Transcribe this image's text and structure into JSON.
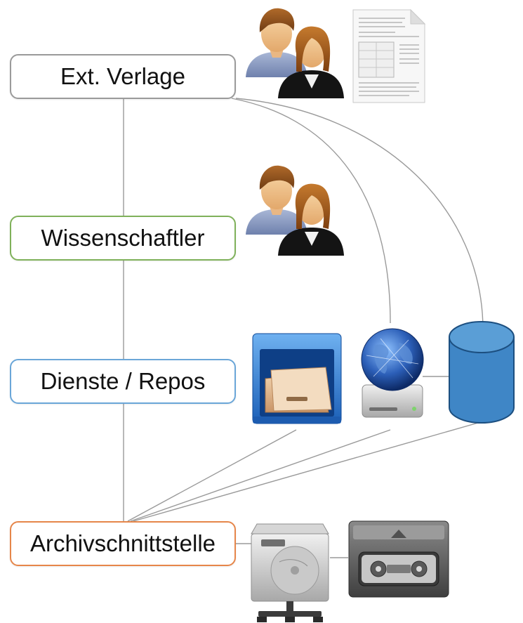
{
  "nodes": {
    "verlage": "Ext. Verlage",
    "wissenschaftler": "Wissenschaftler",
    "dienste": "Dienste / Repos",
    "archiv": "Archivschnittstelle"
  },
  "icons": {
    "people_top": "users-icon",
    "document": "document-icon",
    "people_middle": "users-icon",
    "file_cabinet": "file-cabinet-icon",
    "web_server": "globe-server-icon",
    "database": "database-icon",
    "hard_drive": "hard-drive-icon",
    "tape": "tape-cartridge-icon"
  },
  "colors": {
    "verlage_border": "#9a9a9a",
    "wissenschaftler_border": "#7fb15a",
    "dienste_border": "#6aa6d8",
    "archiv_border": "#e6864a",
    "connector": "#9a9a9a"
  }
}
